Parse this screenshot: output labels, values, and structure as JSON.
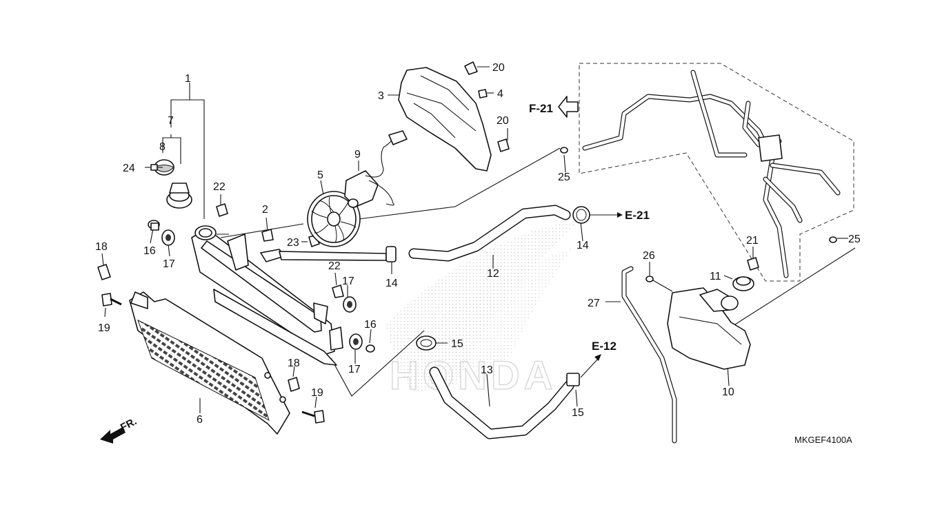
{
  "diagram": {
    "part_callouts": [
      "1",
      "2",
      "3",
      "4",
      "5",
      "6",
      "7",
      "8",
      "9",
      "10",
      "11",
      "12",
      "13",
      "14",
      "14",
      "15",
      "15",
      "16",
      "16",
      "17",
      "17",
      "17",
      "18",
      "18",
      "19",
      "19",
      "20",
      "20",
      "21",
      "22",
      "22",
      "23",
      "24",
      "25",
      "25",
      "26",
      "27"
    ],
    "references": {
      "f21_label": "F-21",
      "e21_label": "E-21",
      "e12_label": "E-12"
    },
    "front_label": "FR.",
    "diagram_code": "MKGEF4100A",
    "watermark": "HONDA",
    "colors": {
      "ink": "#111111",
      "watermark": "#d9d9d9"
    }
  }
}
